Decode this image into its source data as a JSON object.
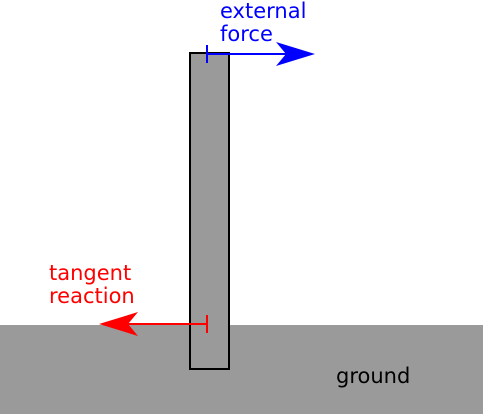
{
  "labels": {
    "external_force": "external\nforce",
    "tangent_reaction": "tangent\nreaction",
    "ground": "ground"
  },
  "colors": {
    "external_force": "#0000ff",
    "tangent_reaction": "#ff0000",
    "ground_fill": "#9a9a9a",
    "pole_fill": "#9a9a9a",
    "outline": "#000000"
  }
}
